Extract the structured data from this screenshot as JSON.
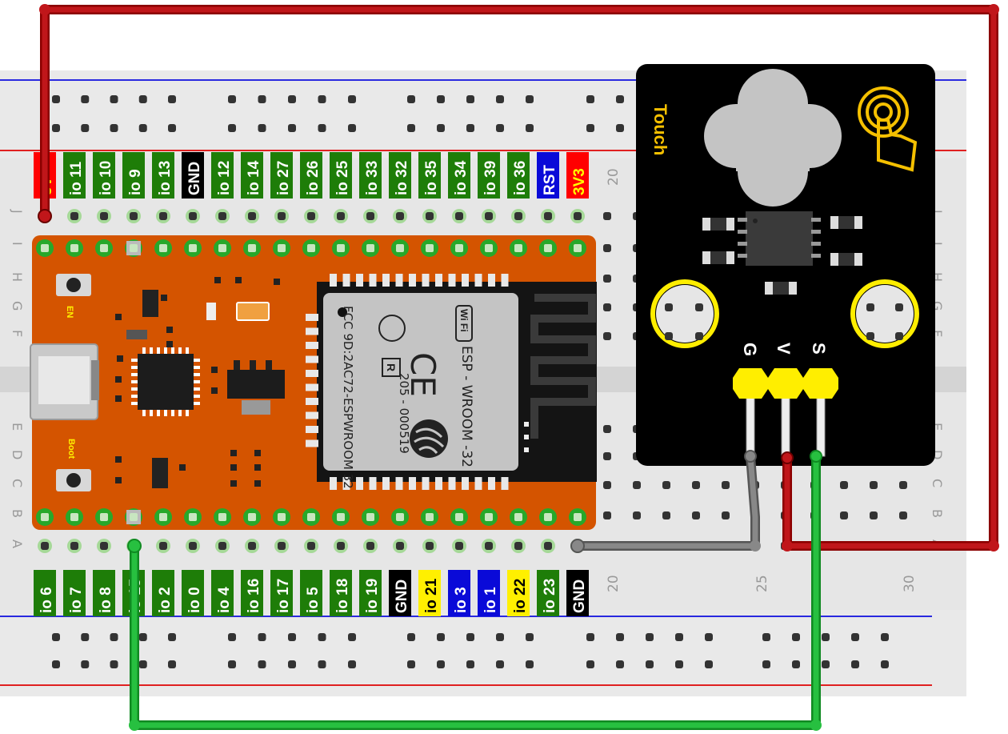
{
  "breadboard": {
    "row_letters_top": [
      "J",
      "I",
      "H",
      "G",
      "F"
    ],
    "row_letters_bottom": [
      "E",
      "D",
      "C",
      "B",
      "A"
    ],
    "column_numbers": [
      "20",
      "25",
      "30"
    ]
  },
  "esp32": {
    "top_pins": [
      "5V",
      "io 11",
      "io 10",
      "io 9",
      "io 13",
      "GND",
      "io 12",
      "io 14",
      "io 27",
      "io 26",
      "io 25",
      "io 33",
      "io 32",
      "io 35",
      "io 34",
      "io 39",
      "io 36",
      "RST",
      "3V3"
    ],
    "bottom_pins": [
      "io 6",
      "io 7",
      "io 8",
      "io 15",
      "io 2",
      "io 0",
      "io 4",
      "io 16",
      "io 17",
      "io 5",
      "io 18",
      "io 19",
      "GND",
      "io 21",
      "io 3",
      "io 1",
      "io 22",
      "io 23",
      "GND"
    ],
    "button_en": "EN",
    "button_boot": "Boot",
    "module_lines": [
      "ESP - WROOM -32",
      "205 - 000519",
      "FCC 9D:2AC72-ESPWROOM 32"
    ],
    "wifi_text": "Wi Fi",
    "r_mark": "R",
    "ce_mark": "CE"
  },
  "touch_module": {
    "title": "Touch",
    "pins": [
      "G",
      "V",
      "S"
    ]
  },
  "colors": {
    "wire_red": "#c0161a",
    "wire_green": "#22b23a",
    "wire_gray": "#7a7a7a",
    "board_orange": "#d45400",
    "pin_green": "#1e7d08",
    "pin_black": "#000000",
    "pin_blue": "#0a0ad8",
    "pin_yellow": "#fff000",
    "pin_red": "#ff0000",
    "module_black": "#000000",
    "header_yellow": "#ffee00"
  }
}
